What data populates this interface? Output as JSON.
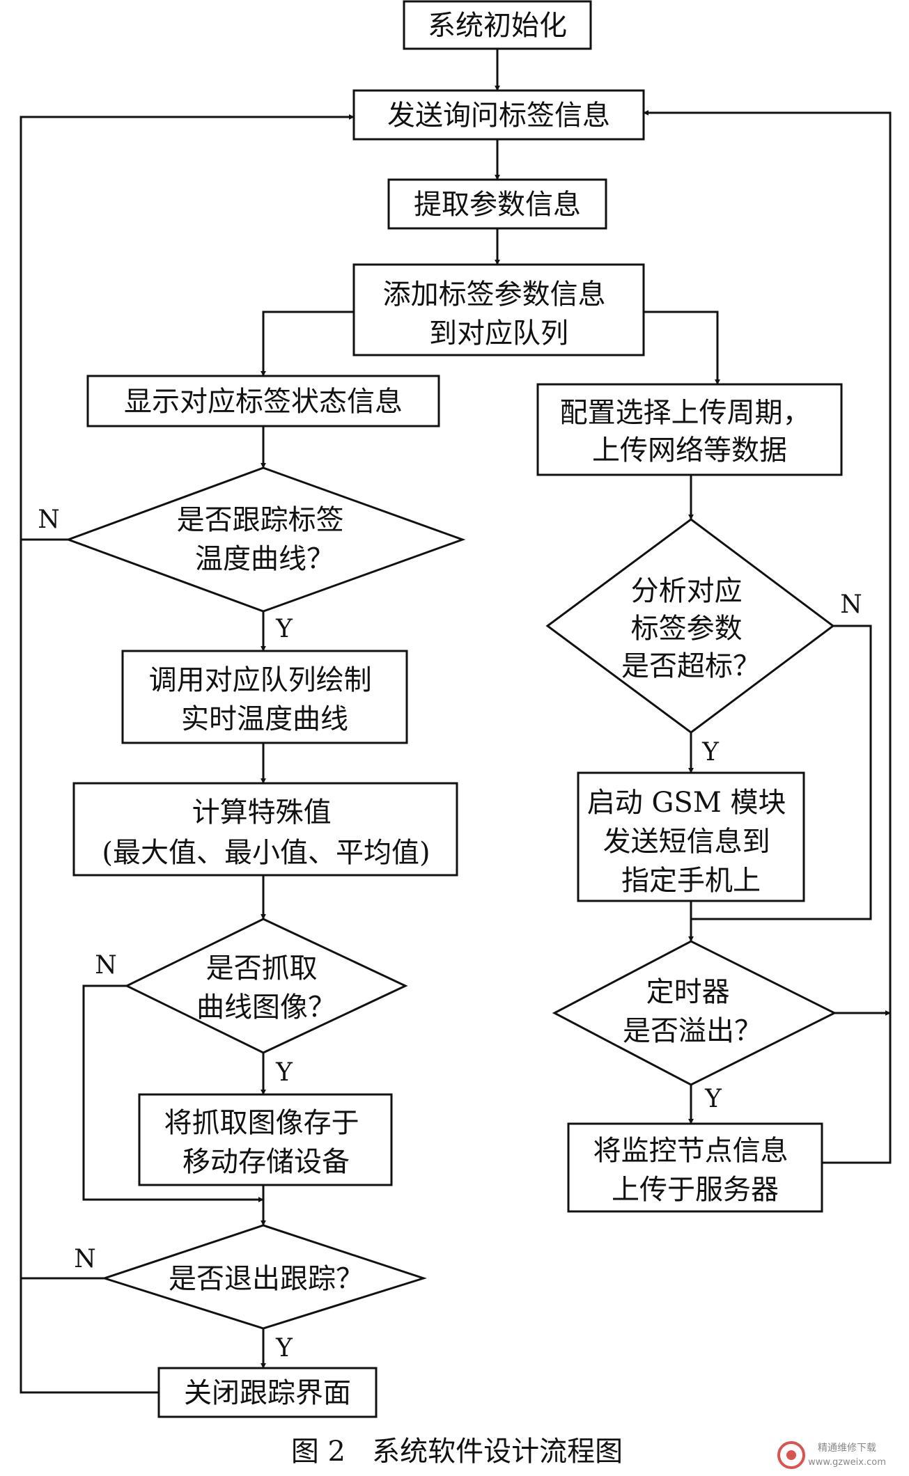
{
  "nodes": {
    "init": [
      "系统初始化"
    ],
    "send_query": [
      "发送询问标签信息"
    ],
    "extract": [
      "提取参数信息"
    ],
    "add_queue": [
      "添加标签参数信息",
      "到对应队列"
    ],
    "show_status": [
      "显示对应标签状态信息"
    ],
    "config_upload": [
      "配置选择上传周期，",
      "上传网络等数据"
    ],
    "track_curve": [
      "是否跟踪标签",
      "温度曲线？"
    ],
    "analyze": [
      "分析对应",
      "标签参数",
      "是否超标？"
    ],
    "draw_curve": [
      "调用对应队列绘制",
      "实时温度曲线"
    ],
    "start_gsm": [
      "启动 GSM 模块",
      "发送短信息到",
      "指定手机上"
    ],
    "calc": [
      "计算特殊值",
      "(最大值、最小值、平均值)"
    ],
    "timer": [
      "定时器",
      "是否溢出？"
    ],
    "capture": [
      "是否抓取",
      "曲线图像？"
    ],
    "upload": [
      "将监控节点信息",
      "上传于服务器"
    ],
    "save_image": [
      "将抓取图像存于",
      "移动存储设备"
    ],
    "exit_track": [
      "是否退出跟踪？"
    ],
    "close": [
      "关闭跟踪界面"
    ]
  },
  "edge_labels": {
    "track_no": "N",
    "track_yes": "Y",
    "analyze_no": "N",
    "analyze_yes": "Y",
    "capture_no": "N",
    "capture_yes": "Y",
    "timer_yes": "Y",
    "exit_no": "N",
    "exit_yes": "Y"
  },
  "caption": "图 2   系统软件设计流程图",
  "watermark": {
    "title": "精通维修下载",
    "url": "www.gzweix.com"
  }
}
